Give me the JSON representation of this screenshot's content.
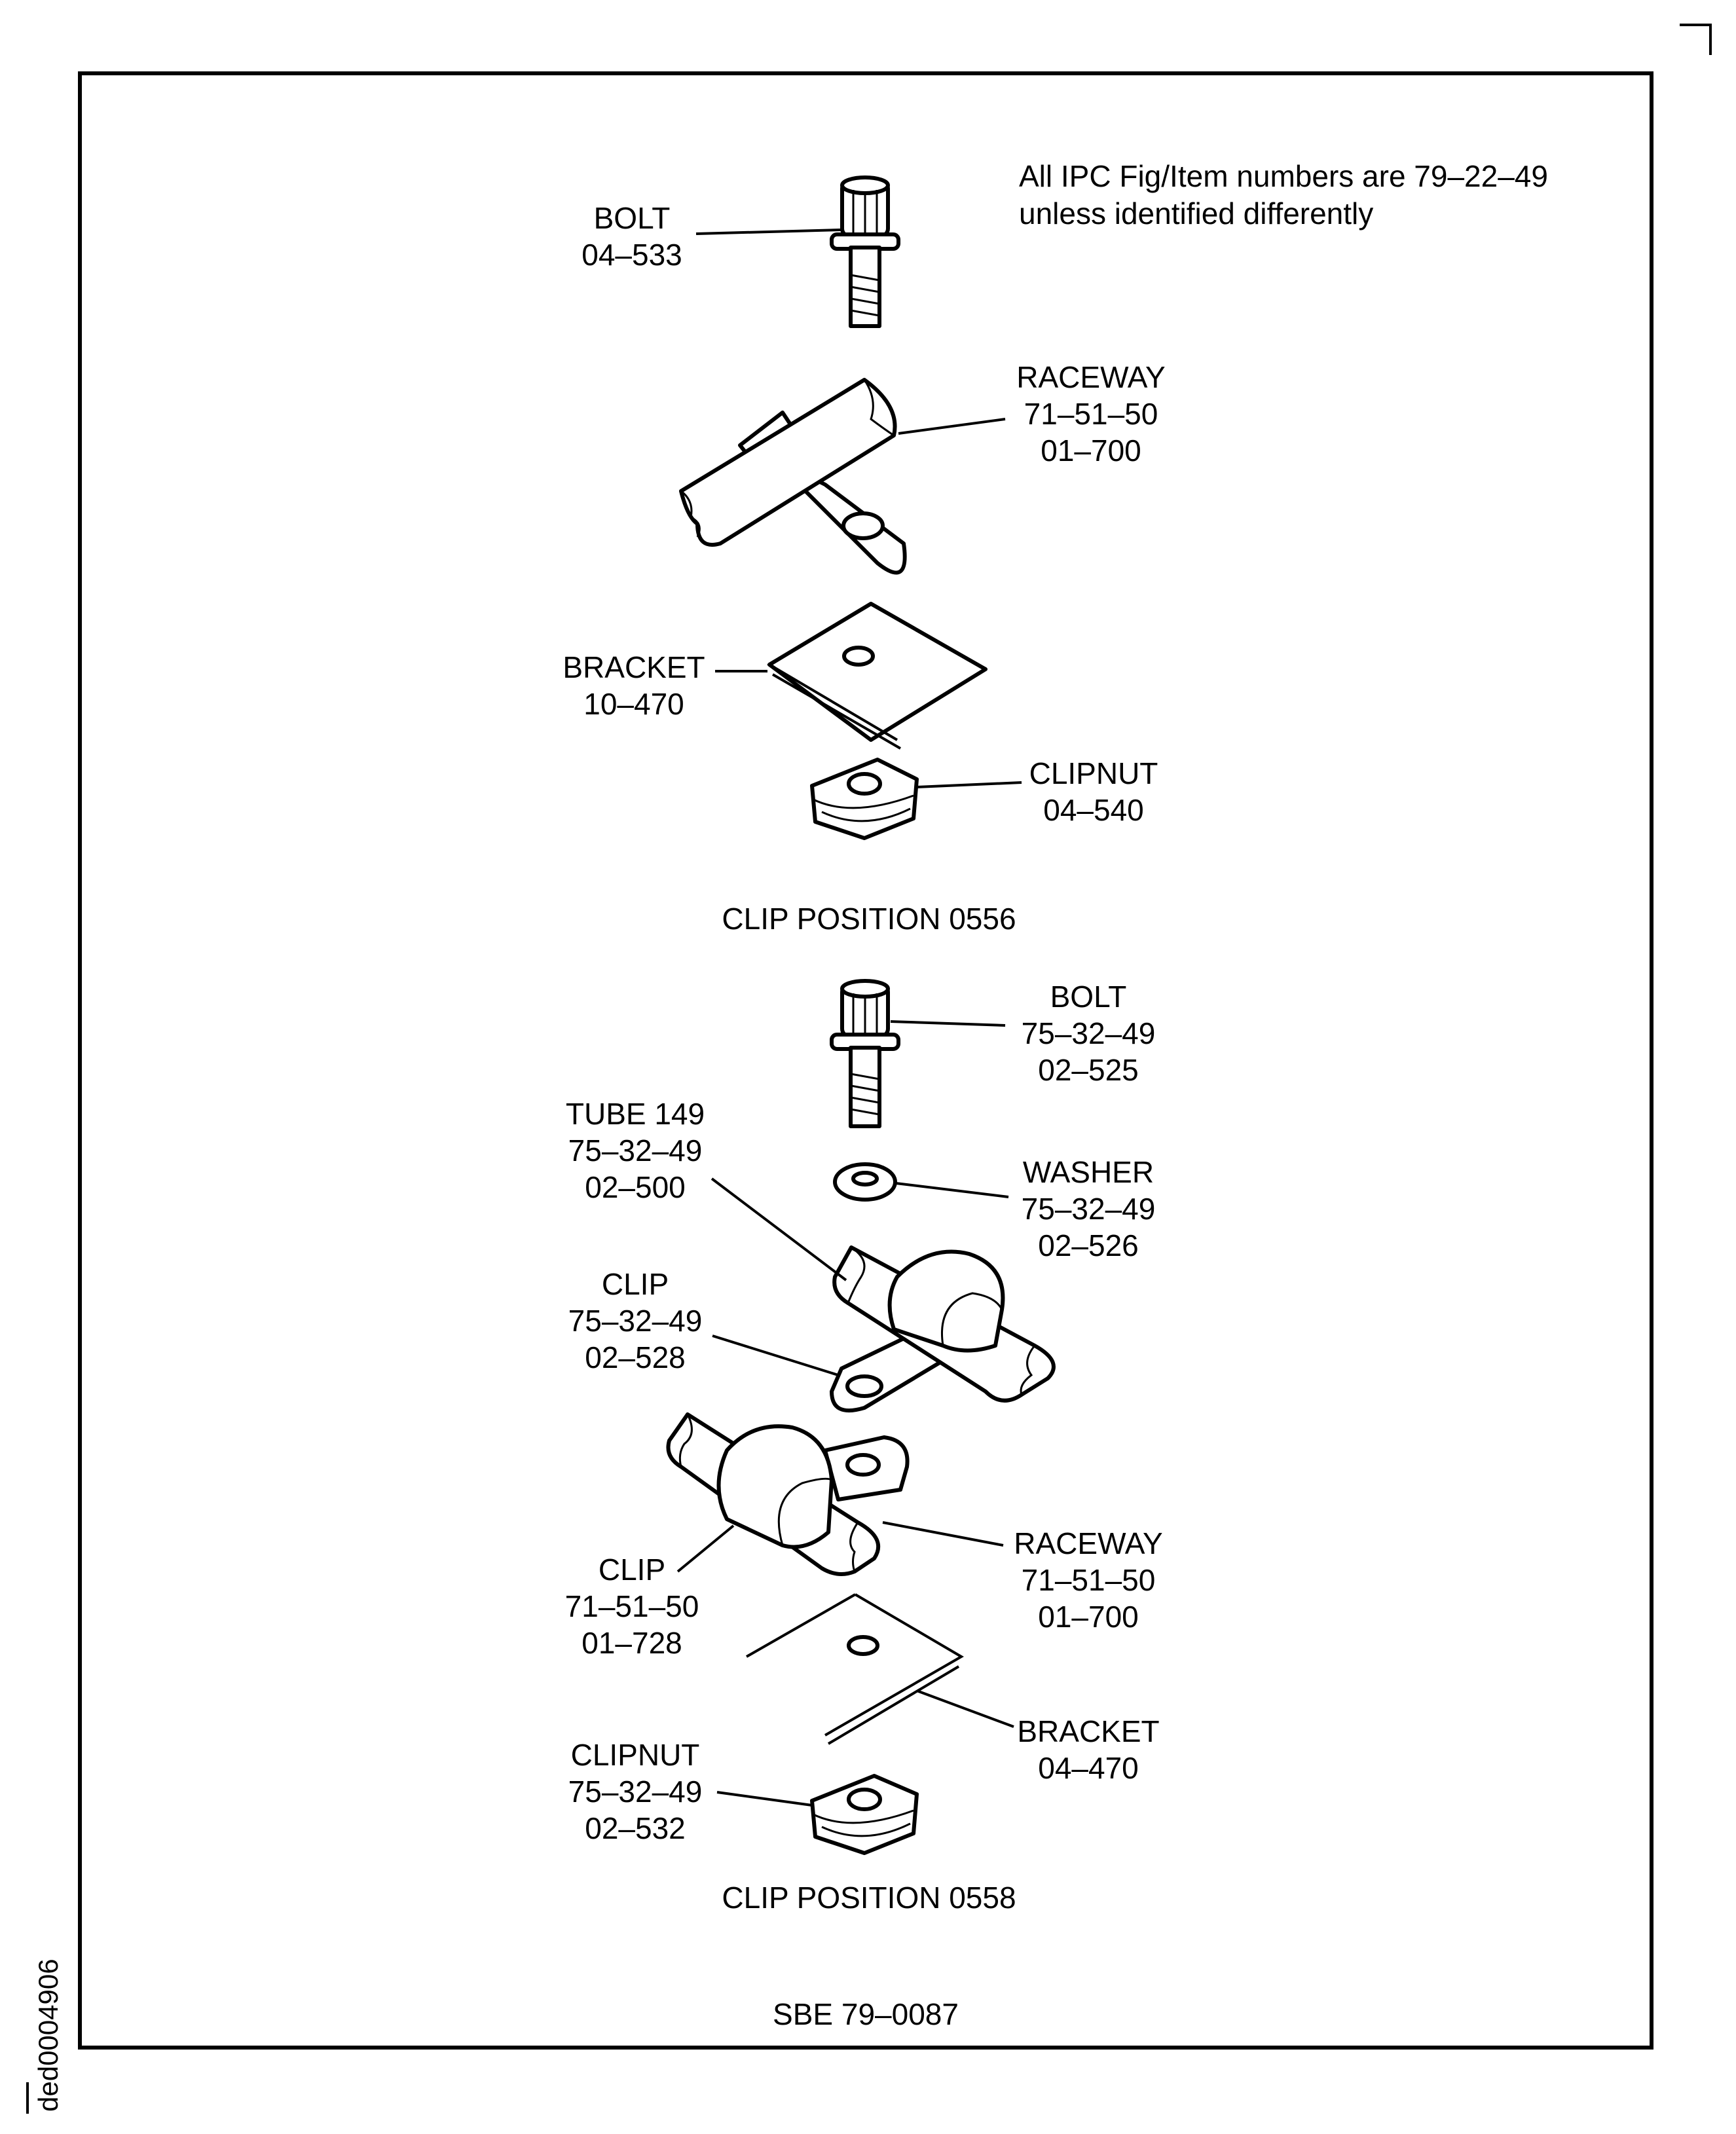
{
  "note": {
    "line1": "All IPC Fig/Item numbers are 79–22–49",
    "line2": "unless identified differently"
  },
  "positions": [
    {
      "caption": "CLIP POSITION 0556",
      "labels": [
        {
          "lines": [
            "BOLT",
            "04–533"
          ]
        },
        {
          "lines": [
            "RACEWAY",
            "71–51–50",
            "01–700"
          ]
        },
        {
          "lines": [
            "BRACKET",
            "10–470"
          ]
        },
        {
          "lines": [
            "CLIPNUT",
            "04–540"
          ]
        }
      ]
    },
    {
      "caption": "CLIP POSITION 0558",
      "labels": [
        {
          "lines": [
            "BOLT",
            "75–32–49",
            "02–525"
          ]
        },
        {
          "lines": [
            "TUBE 149",
            "75–32–49",
            "02–500"
          ]
        },
        {
          "lines": [
            "WASHER",
            "75–32–49",
            "02–526"
          ]
        },
        {
          "lines": [
            "CLIP",
            "75–32–49",
            "02–528"
          ]
        },
        {
          "lines": [
            "RACEWAY",
            "71–51–50",
            "01–700"
          ]
        },
        {
          "lines": [
            "CLIP",
            "71–51–50",
            "01–728"
          ]
        },
        {
          "lines": [
            "BRACKET",
            "04–470"
          ]
        },
        {
          "lines": [
            "CLIPNUT",
            "75–32–49",
            "02–532"
          ]
        }
      ]
    }
  ],
  "footer": "SBE 79–0087",
  "side_id": "ded0004906"
}
